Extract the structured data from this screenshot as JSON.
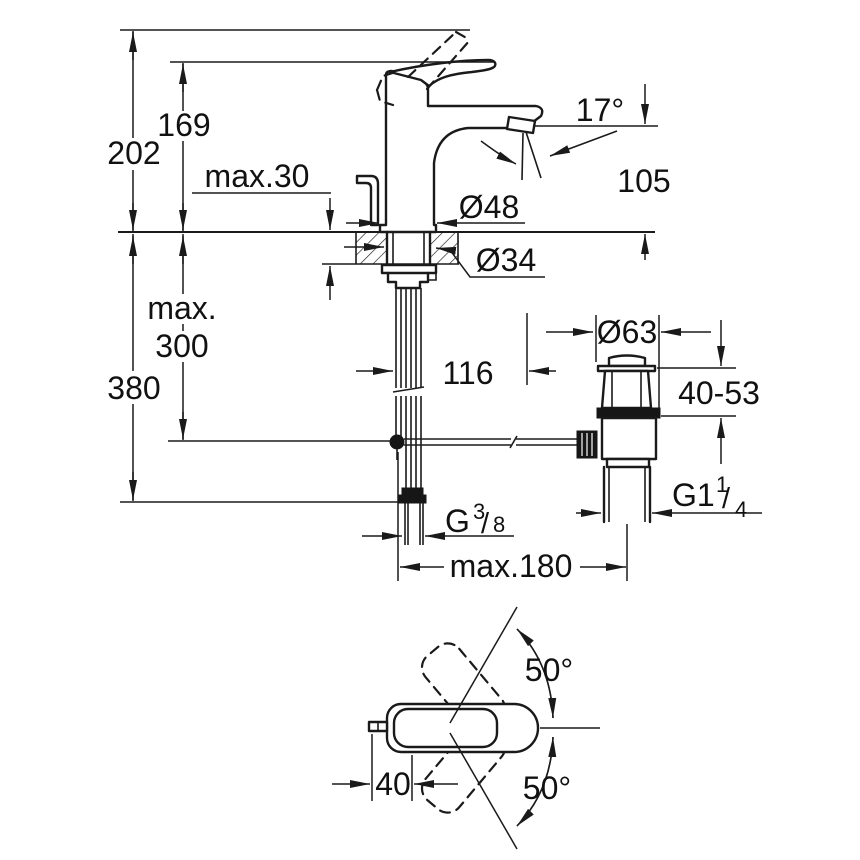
{
  "meta": {
    "drawing_type": "technical dimension drawing",
    "subject": "single-lever basin mixer with pop-up waste",
    "units": "mm",
    "line_color": "#1a1a1a",
    "background_color": "#ffffff"
  },
  "side_view": {
    "total_height": "202",
    "body_height": "169",
    "max_deck_thickness": "max.30",
    "spout_angle": "17°",
    "spout_outlet_height": "105",
    "base_diameter": "Ø48",
    "mounting_hole_diameter": "Ø34",
    "popup_rod_depth_prefix": "max.",
    "popup_rod_depth_value": "300",
    "supply_hose_length": "380",
    "spout_reach": "116",
    "waste_flange_diameter": "Ø63",
    "deck_clamping_range": "40-53",
    "waste_thread": {
      "base": "G1",
      "numerator": "1",
      "fraction_slash": "/",
      "denominator": "4"
    },
    "supply_thread": {
      "base": "G",
      "numerator": "3",
      "fraction_slash": "/",
      "denominator": "8"
    },
    "max_rod_reach": "max.180"
  },
  "top_view": {
    "handle_width": "40",
    "handle_swing_upper": "50°",
    "handle_swing_lower": "50°"
  }
}
